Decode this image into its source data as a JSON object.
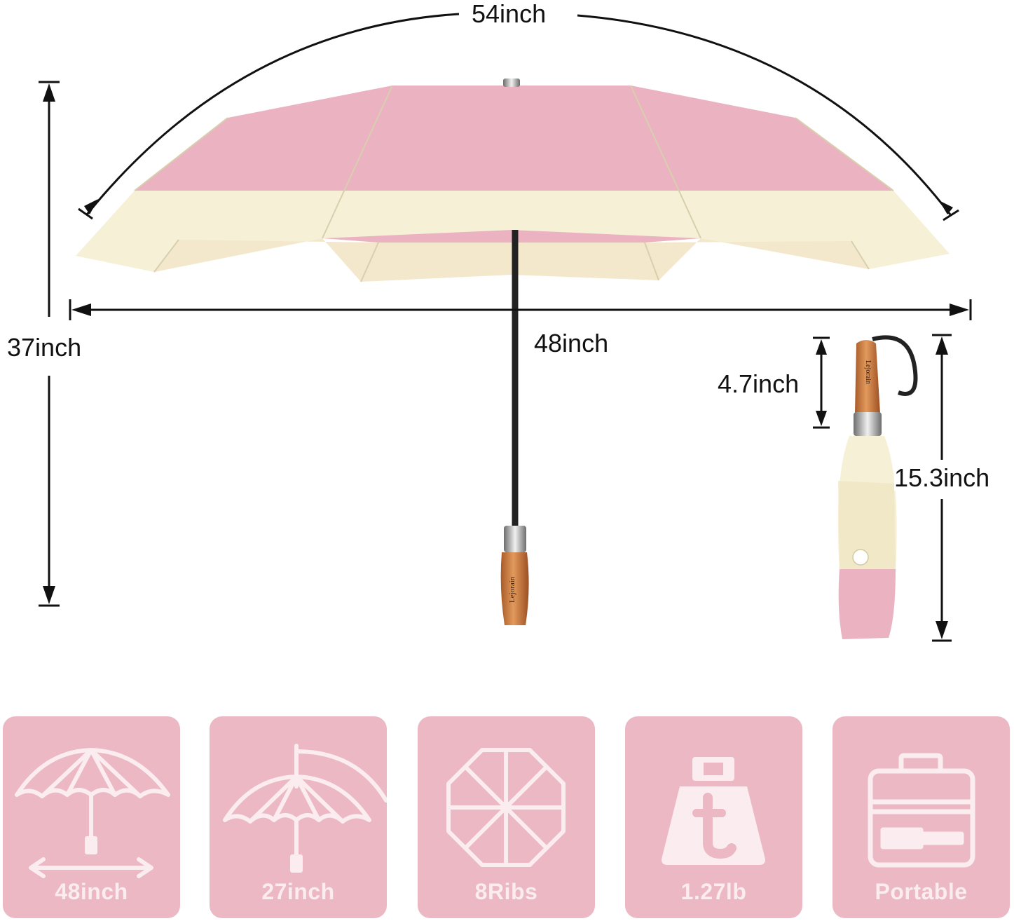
{
  "dimensions": {
    "arc_length": "54inch",
    "total_height": "37inch",
    "canopy_width": "48inch",
    "handle_length": "4.7inch",
    "folded_length": "15.3inch"
  },
  "brand": "Lejorain",
  "colors": {
    "canopy_pink": "#ebb3c2",
    "canopy_cream": "#f6f0d6",
    "handle_wood": "#c9743a",
    "card_pink": "#ebb8c4",
    "card_text": "#fbecef"
  },
  "features": [
    {
      "icon": "open-umbrella-width-icon",
      "label": "48inch"
    },
    {
      "icon": "closed-umbrella-length-icon",
      "label": "27inch"
    },
    {
      "icon": "octagon-ribs-icon",
      "label": "8Ribs"
    },
    {
      "icon": "weight-icon",
      "label": "1.27lb"
    },
    {
      "icon": "briefcase-icon",
      "label": "Portable"
    }
  ]
}
